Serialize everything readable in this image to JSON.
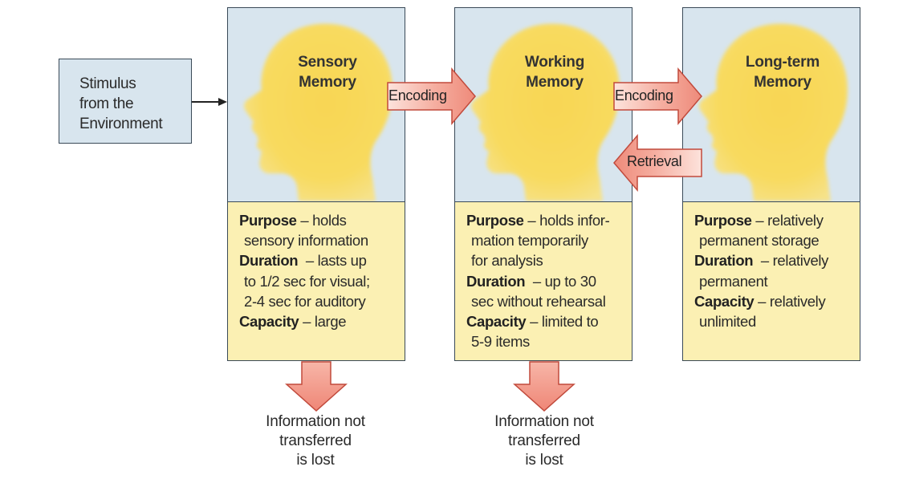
{
  "stimulus": {
    "lines": [
      "Stimulus",
      "from the",
      "Environment"
    ]
  },
  "stores": [
    {
      "title": [
        "Sensory",
        "Memory"
      ],
      "purpose": {
        "label": "Purpose",
        "line1": " – holds",
        "line2": "sensory information"
      },
      "duration": {
        "label": "Duration",
        "line1": "  – lasts up",
        "line2": "to 1/2 sec for visual;",
        "line3": "2-4 sec for auditory"
      },
      "capacity": {
        "label": "Capacity",
        "line1": " – large"
      }
    },
    {
      "title": [
        "Working",
        "Memory"
      ],
      "purpose": {
        "label": "Purpose",
        "line1": " – holds infor-",
        "line2": "mation temporarily",
        "line3": "for analysis"
      },
      "duration": {
        "label": "Duration",
        "line1": "  – up to 30",
        "line2": "sec without rehearsal"
      },
      "capacity": {
        "label": "Capacity",
        "line1": " – limited to",
        "line2": "5-9 items"
      }
    },
    {
      "title": [
        "Long-term",
        "Memory"
      ],
      "purpose": {
        "label": "Purpose",
        "line1": " – relatively",
        "line2": "permanent storage"
      },
      "duration": {
        "label": "Duration",
        "line1": "  – relatively",
        "line2": "permanent"
      },
      "capacity": {
        "label": "Capacity",
        "line1": " – relatively",
        "line2": "unlimited"
      }
    }
  ],
  "arrows": {
    "encoding1": "Encoding",
    "encoding2": "Encoding",
    "retrieval": "Retrieval"
  },
  "lost": [
    [
      "Information not",
      "transferred",
      "is lost"
    ],
    [
      "Information not",
      "transferred",
      "is lost"
    ]
  ],
  "colors": {
    "panel_top": "#d8e5ee",
    "panel_body": "#fbf0b3",
    "head": "#f8d959",
    "arrow_fill": "#f0988a",
    "arrow_light": "#fde0da",
    "border": "#3a4a58"
  }
}
